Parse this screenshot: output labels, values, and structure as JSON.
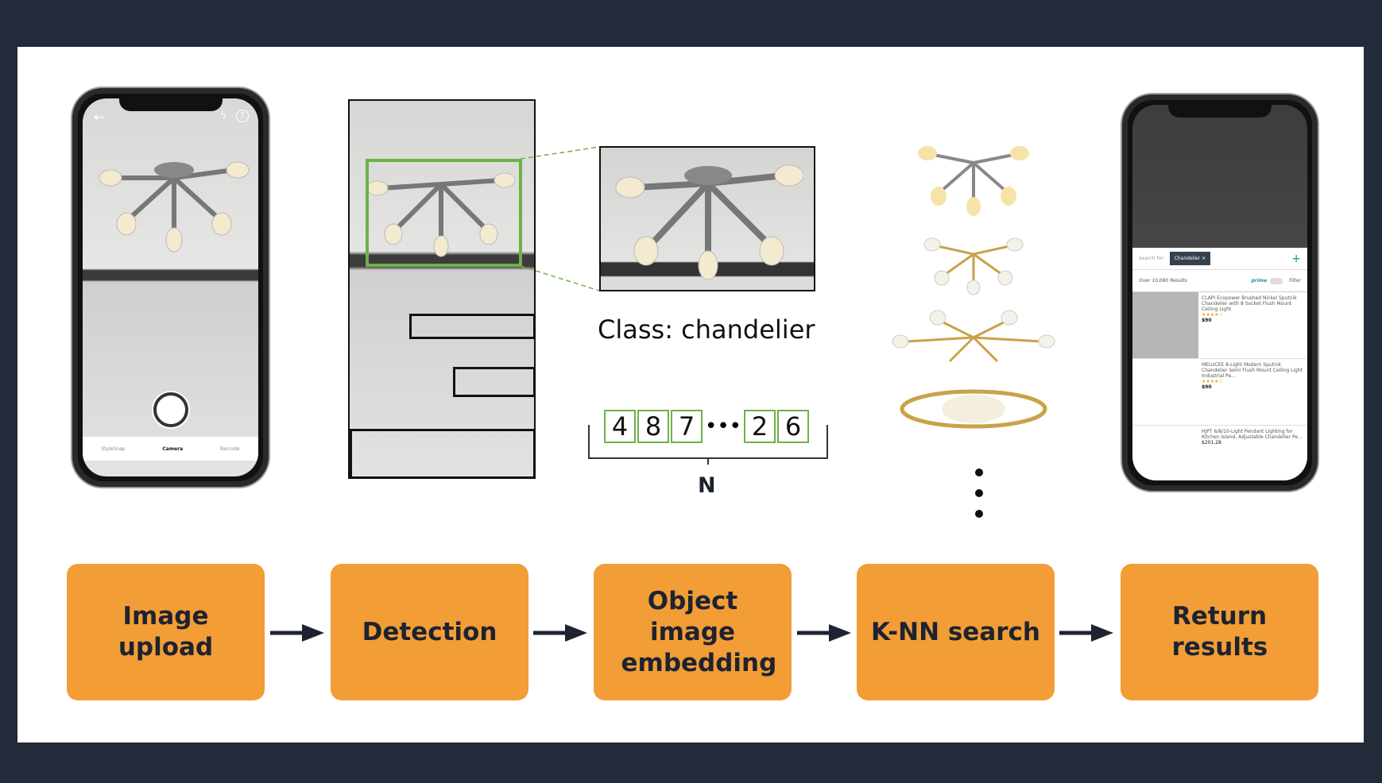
{
  "steps": [
    "Image upload",
    "Detection",
    "Object image embedding",
    "K-NN search",
    "Return results"
  ],
  "camera_phone": {
    "tabs": [
      "StyleSnap",
      "Camera",
      "Barcode"
    ]
  },
  "class_label": "Class: chandelier",
  "embedding": {
    "digits_left": [
      "4",
      "8",
      "7"
    ],
    "ellipsis": "•••",
    "digits_right": [
      "2",
      "6"
    ],
    "length_label": "N"
  },
  "results_phone": {
    "search_for": "Search for:",
    "query_chip": "Chandelier",
    "results_count": "Over 10,080 Results",
    "prime": "prime",
    "filter": "Filter",
    "items": [
      {
        "title": "CLAPI Ecopower Brushed Nickel Sputnik Chandelier with 8 Socket Flush Mount Ceiling Light",
        "price": "$90"
      },
      {
        "title": "MELUCEE 8-Light Modern Sputnik Chandelier Semi Flush Mount Ceiling Light Industrial Pe...",
        "price": "$90"
      },
      {
        "title": "HJPT 6/8/10-Light Pendant Lighting for Kitchen Island, Adjustable Chandelier Pe...",
        "price": "$201.28"
      }
    ]
  },
  "colors": {
    "background": "#232b3a",
    "step_fill": "#f29d35",
    "detection_box": "#6fb04a"
  }
}
